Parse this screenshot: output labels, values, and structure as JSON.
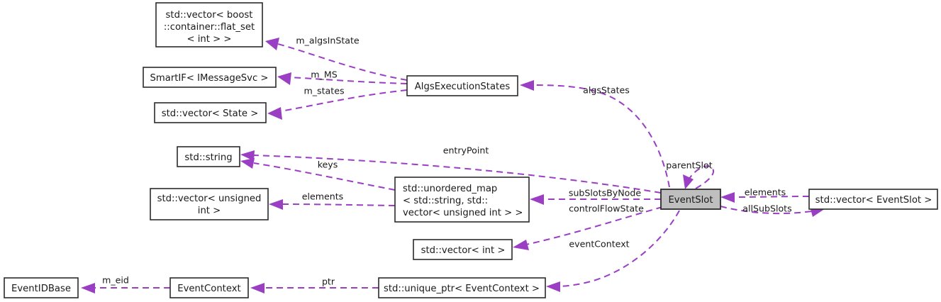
{
  "diagram": {
    "kind": "uml-collaboration-diagram",
    "focus_class": "EventSlot",
    "colors": {
      "edge": "#9a3ec4",
      "node_border": "#2b2b2b",
      "node_fill": "#ffffff",
      "highlight_fill": "#bfbfbf",
      "background": "#ffffff",
      "text": "#1a1a1a"
    },
    "nodes": [
      {
        "id": "vec_flat_set",
        "lines": [
          "std::vector< boost",
          "::container::flat_set",
          "< int > >"
        ],
        "highlight": false
      },
      {
        "id": "smartif_imessagesvc",
        "lines": [
          "SmartIF< IMessageSvc >"
        ],
        "highlight": false
      },
      {
        "id": "vec_state",
        "lines": [
          "std::vector< State >"
        ],
        "highlight": false
      },
      {
        "id": "algs_execution_states",
        "lines": [
          "AlgsExecutionStates"
        ],
        "highlight": false
      },
      {
        "id": "std_string",
        "lines": [
          "std::string"
        ],
        "highlight": false
      },
      {
        "id": "vec_unsigned_int",
        "lines": [
          "std::vector< unsigned",
          "int >"
        ],
        "highlight": false
      },
      {
        "id": "unordered_map",
        "lines": [
          "std::unordered_map",
          "< std::string, std::",
          "vector< unsigned int > >"
        ],
        "highlight": false
      },
      {
        "id": "vec_int",
        "lines": [
          "std::vector< int >"
        ],
        "highlight": false
      },
      {
        "id": "event_slot",
        "lines": [
          "EventSlot"
        ],
        "highlight": true
      },
      {
        "id": "vec_event_slot",
        "lines": [
          "std::vector< EventSlot >"
        ],
        "highlight": false
      },
      {
        "id": "event_id_base",
        "lines": [
          "EventIDBase"
        ],
        "highlight": false
      },
      {
        "id": "event_context",
        "lines": [
          "EventContext"
        ],
        "highlight": false
      },
      {
        "id": "unique_ptr_event_context",
        "lines": [
          "std::unique_ptr< EventContext >"
        ],
        "highlight": false
      }
    ],
    "edges": [
      {
        "id": "e_algsInState",
        "label": "m_algsInState",
        "from": "algs_execution_states",
        "to": "vec_flat_set"
      },
      {
        "id": "e_ms",
        "label": "m_MS",
        "from": "algs_execution_states",
        "to": "smartif_imessagesvc"
      },
      {
        "id": "e_states",
        "label": "m_states",
        "from": "algs_execution_states",
        "to": "vec_state"
      },
      {
        "id": "e_algsStates",
        "label": "algsStates",
        "from": "event_slot",
        "to": "algs_execution_states"
      },
      {
        "id": "e_entryPoint",
        "label": "entryPoint",
        "from": "event_slot",
        "to": "std_string"
      },
      {
        "id": "e_keys",
        "label": "keys",
        "from": "unordered_map",
        "to": "std_string"
      },
      {
        "id": "e_elements_uint",
        "label": "elements",
        "from": "unordered_map",
        "to": "vec_unsigned_int"
      },
      {
        "id": "e_subSlotsByNode",
        "label": "subSlotsByNode",
        "from": "event_slot",
        "to": "unordered_map"
      },
      {
        "id": "e_controlFlowState",
        "label": "controlFlowState",
        "from": "event_slot",
        "to": "vec_int"
      },
      {
        "id": "e_eventContext",
        "label": "eventContext",
        "from": "event_slot",
        "to": "unique_ptr_event_context"
      },
      {
        "id": "e_parentSlot",
        "label": "parentSlot",
        "from": "event_slot",
        "to": "event_slot"
      },
      {
        "id": "e_elements_slot",
        "label": "elements",
        "from": "vec_event_slot",
        "to": "event_slot"
      },
      {
        "id": "e_allSubSlots",
        "label": "allSubSlots",
        "from": "event_slot",
        "to": "vec_event_slot"
      },
      {
        "id": "e_ptr",
        "label": "ptr",
        "from": "unique_ptr_event_context",
        "to": "event_context"
      },
      {
        "id": "e_meid",
        "label": "m_eid",
        "from": "event_context",
        "to": "event_id_base"
      }
    ]
  }
}
